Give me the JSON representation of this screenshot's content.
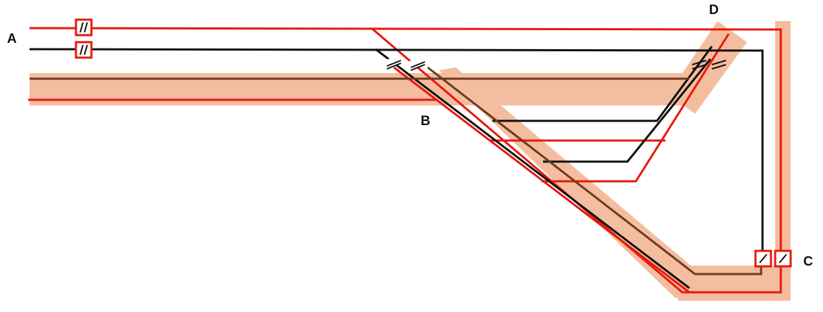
{
  "labels": {
    "a": "A",
    "b": "B",
    "c": "C",
    "d": "D"
  },
  "colors": {
    "red_wire": "#e8180c",
    "black_wire": "#111111",
    "highlight": "#f2a780",
    "highlight_wire": "#6b3a20",
    "label": "#111111"
  }
}
